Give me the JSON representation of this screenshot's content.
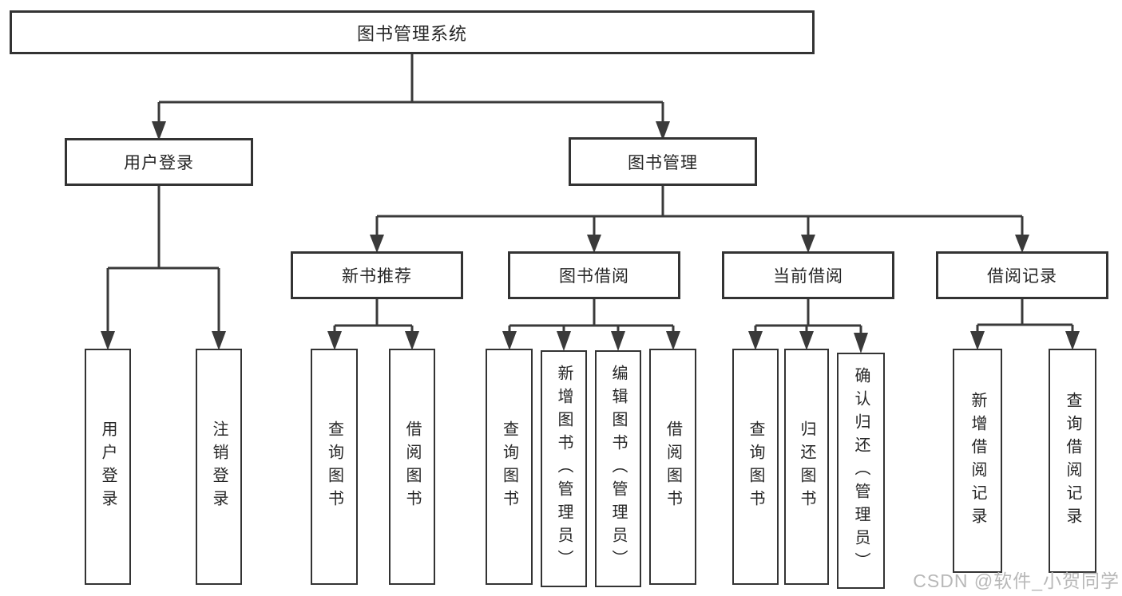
{
  "colors": {
    "line": "#3a3a3a",
    "border": "#333333",
    "text": "#262626",
    "background": "#ffffff",
    "watermark": "#b8b8b8"
  },
  "chart_data": {
    "type": "tree-diagram",
    "title": "图书管理系统",
    "levels": [
      "system",
      "module",
      "submodule",
      "function"
    ]
  },
  "tree": {
    "root": {
      "label": "图书管理系统"
    },
    "children": [
      {
        "label": "用户登录",
        "children": [
          {
            "label": "用户登录"
          },
          {
            "label": "注销登录"
          }
        ]
      },
      {
        "label": "图书管理",
        "children": [
          {
            "label": "新书推荐",
            "children": [
              {
                "label": "查询图书"
              },
              {
                "label": "借阅图书"
              }
            ]
          },
          {
            "label": "图书借阅",
            "children": [
              {
                "label": "查询图书"
              },
              {
                "label": "新增图书（管理员）"
              },
              {
                "label": "编辑图书（管理员）"
              },
              {
                "label": "借阅图书"
              }
            ]
          },
          {
            "label": "当前借阅",
            "children": [
              {
                "label": "查询图书"
              },
              {
                "label": "归还图书"
              },
              {
                "label": "确认归还（管理员）"
              }
            ]
          },
          {
            "label": "借阅记录",
            "children": [
              {
                "label": "新增借阅记录"
              },
              {
                "label": "查询借阅记录"
              }
            ]
          }
        ]
      }
    ]
  },
  "watermark": {
    "text": "CSDN @软件_小贺同学"
  }
}
